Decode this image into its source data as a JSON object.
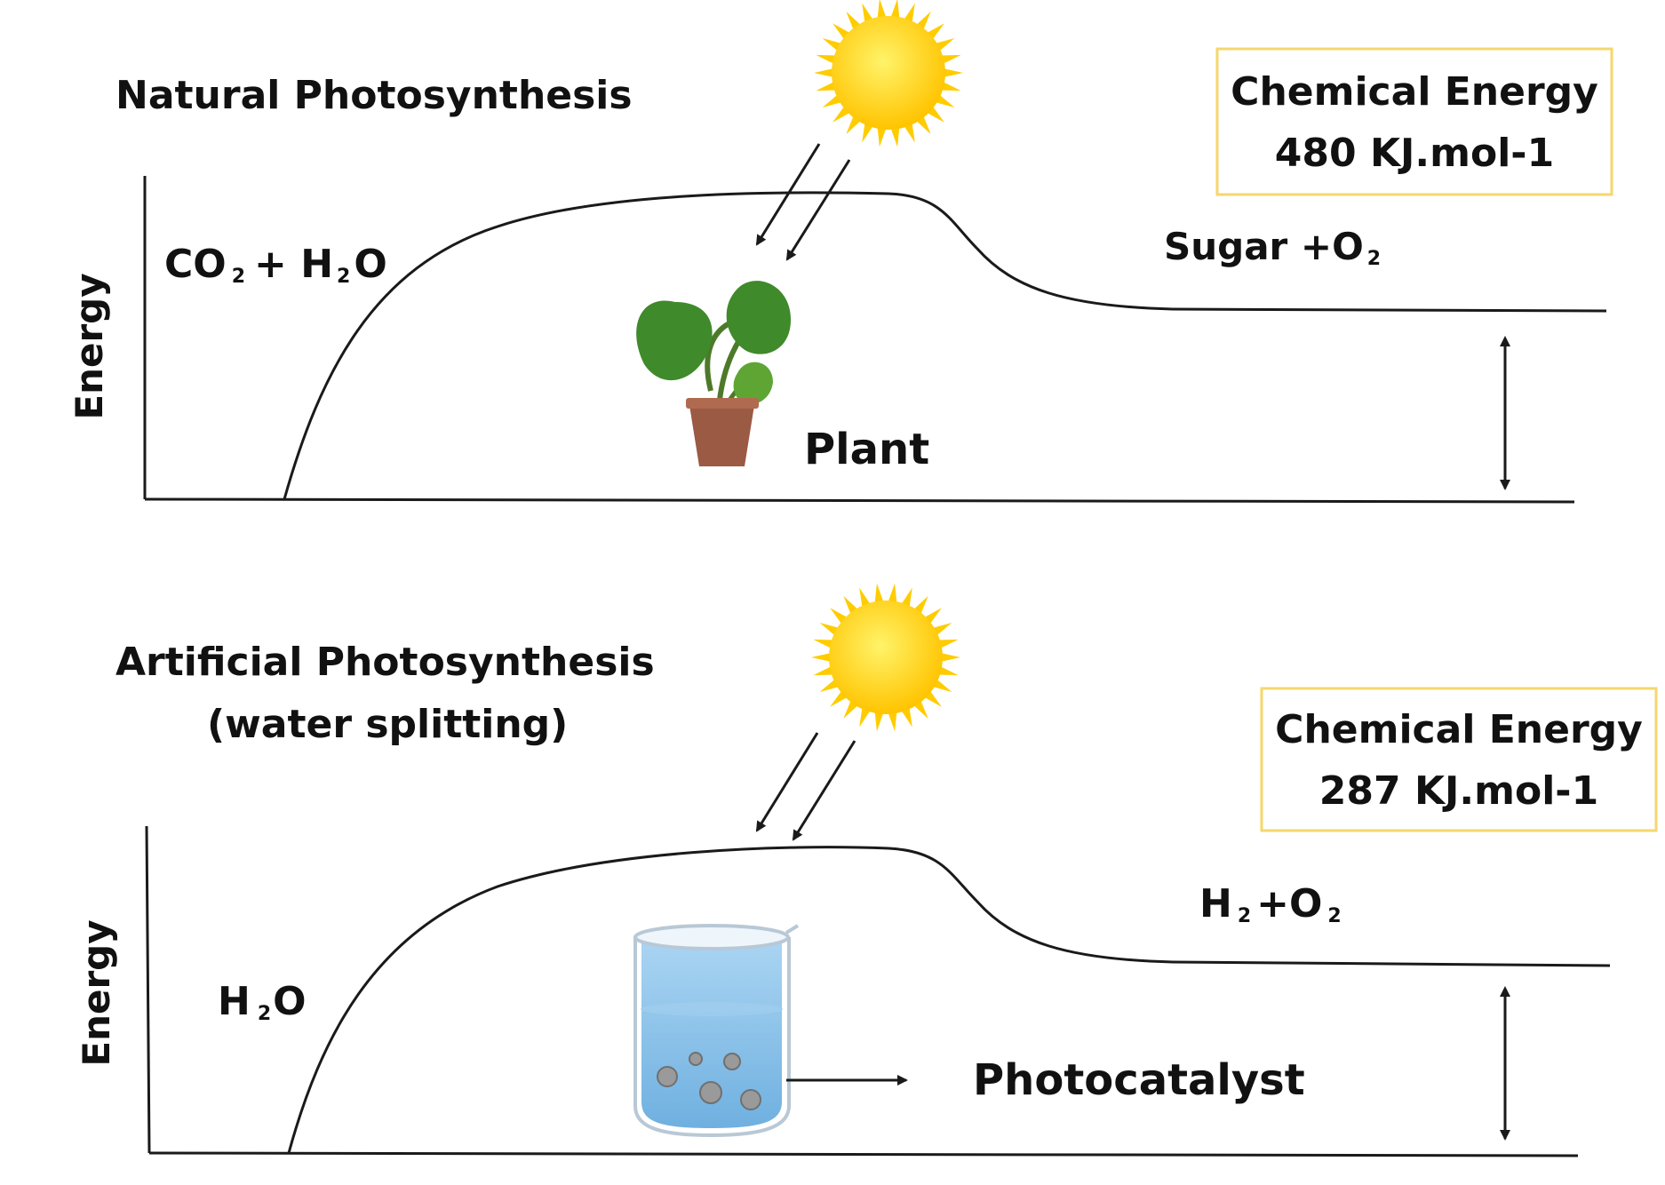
{
  "colors": {
    "line": "#1a1a1a",
    "box_border": "#f5d76e",
    "sun_core": "#ffd21f",
    "sun_ray": "#ffcc00",
    "leaf": "#3f8a2a",
    "pot": "#9a5a43",
    "water": "#8ec4ea",
    "particle": "#9a9a9a"
  },
  "natural": {
    "title": "Natural Photosynthesis",
    "axis_label": "Energy",
    "reactant": {
      "base": "CO",
      "sub": "2",
      "plus": "+ H",
      "sub2": "2",
      "tail": "O"
    },
    "product": {
      "base": "Sugar +O",
      "sub": "2"
    },
    "plant_label": "Plant",
    "energy_box": {
      "line1": "Chemical Energy",
      "line2": "480 KJ.mol-1"
    },
    "icons": [
      "sun-icon",
      "plant-icon"
    ]
  },
  "artificial": {
    "title_line1": "Artificial Photosynthesis",
    "title_line2": "(water splitting)",
    "axis_label": "Energy",
    "reactant": {
      "base": "H",
      "sub": "2",
      "tail": "O"
    },
    "product": {
      "base": "H",
      "sub": "2",
      "plus": "+O",
      "sub2": "2"
    },
    "catalyst_label": "Photocatalyst",
    "energy_box": {
      "line1": "Chemical Energy",
      "line2": "287 KJ.mol-1"
    },
    "icons": [
      "sun-icon",
      "beaker-icon"
    ]
  }
}
